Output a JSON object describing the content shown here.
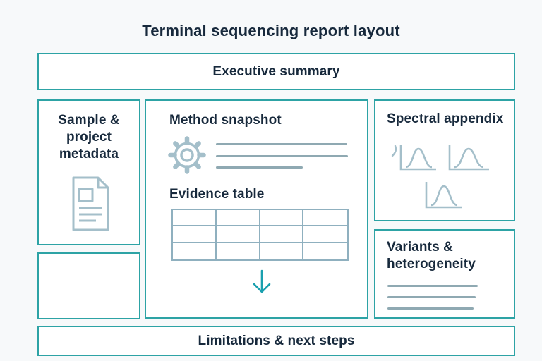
{
  "title": "Terminal sequencing report layout",
  "colors": {
    "accent_teal": "#2da3a5",
    "heading_navy": "#17293c",
    "icon_blue_gray": "#a4bfca",
    "placeholder_line": "#8fa9b2",
    "table_grid_line": "#8fb0bf",
    "arrow_teal": "#1aa0af",
    "background": "#f7f9fa",
    "panel_fill": "#ffffff"
  },
  "panels": {
    "executive_summary": {
      "label": "Executive summary"
    },
    "sample_metadata": {
      "label": "Sample & project metadata",
      "icon": "document-icon"
    },
    "spare": {
      "label": ""
    },
    "method_snapshot": {
      "label": "Method snapshot",
      "icon": "gear-icon",
      "placeholder_line_count": 3
    },
    "evidence_table": {
      "label": "Evidence table",
      "icon": "table-grid-icon",
      "grid_rows": 3,
      "grid_cols": 4
    },
    "flow_arrow": {
      "icon": "down-arrow-icon"
    },
    "spectral_appendix": {
      "label": "Spectral appendix",
      "icon": "peak-curve-icon",
      "peak_count": 3
    },
    "variants_heterogeneity": {
      "label": "Variants & heterogeneity",
      "placeholder_line_count": 3
    },
    "limitations": {
      "label": "Limitations & next steps"
    }
  }
}
